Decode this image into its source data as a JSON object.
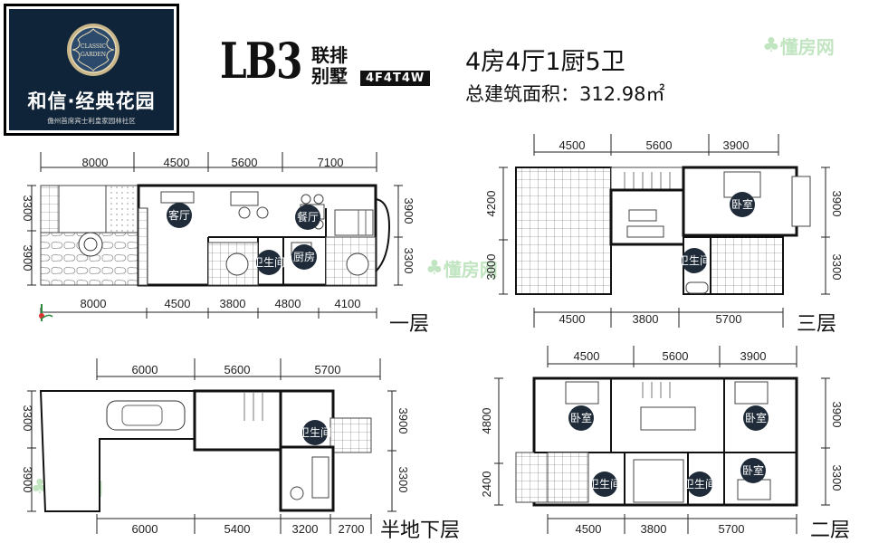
{
  "brand": {
    "badge_text_1": "CLASSIC",
    "badge_text_2": "GARDEN",
    "name": "和信·经典花园",
    "slogan": "儋州首席宾士利皇家园林社区"
  },
  "title": {
    "model": "LB3",
    "type": "联排别墅",
    "tag": "4F4T4W",
    "rooms": "4房4厅1厨5卫",
    "area": "总建筑面积：312.98㎡"
  },
  "watermark": "懂房网",
  "floors": {
    "first": {
      "label": "一层",
      "top_dims": [
        "8000",
        "4500",
        "5600",
        "7100"
      ],
      "bottom_dims": [
        "8000",
        "4500",
        "3800",
        "4800",
        "4100"
      ],
      "left_dims": [
        "3300",
        "3900"
      ],
      "right_dims": [
        "3900",
        "3300"
      ],
      "rooms": [
        "客厅",
        "餐厅",
        "卫生间",
        "厨房"
      ]
    },
    "third": {
      "label": "三层",
      "top_dims": [
        "4500",
        "5600",
        "3900"
      ],
      "bottom_dims": [
        "4500",
        "3800",
        "5700"
      ],
      "left_dims": [
        "4200",
        "3000"
      ],
      "right_dims": [
        "3900",
        "3300"
      ],
      "rooms": [
        "卧室",
        "卫生间"
      ]
    },
    "basement": {
      "label": "半地下层",
      "top_dims": [
        "6000",
        "5600",
        "5700"
      ],
      "bottom_dims": [
        "6000",
        "5400",
        "3200",
        "2700"
      ],
      "left_dims": [
        "3300",
        "3900"
      ],
      "right_dims": [
        "3900",
        "3300"
      ],
      "rooms": [
        "卫生间"
      ]
    },
    "second": {
      "label": "二层",
      "top_dims": [
        "4500",
        "5600",
        "3900"
      ],
      "bottom_dims": [
        "4500",
        "3800",
        "5700"
      ],
      "left_dims": [
        "4800",
        "2400"
      ],
      "right_dims": [
        "3900",
        "3300"
      ],
      "rooms": [
        "卧室",
        "卧室",
        "卧室",
        "卫生间",
        "卫生间"
      ]
    }
  }
}
